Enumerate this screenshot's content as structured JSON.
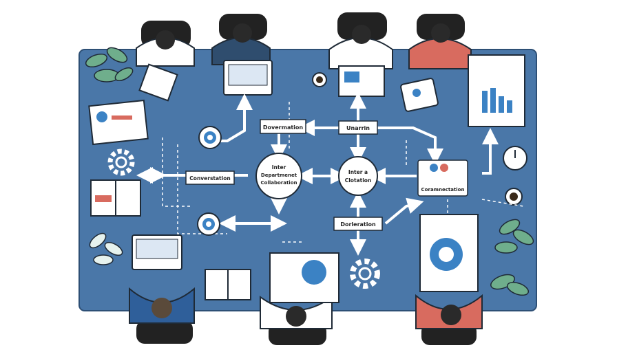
{
  "diagram": {
    "labels": {
      "top_left": "Dovermation",
      "top_right": "Unarrin",
      "left": "Converstation",
      "center_left_line1": "Inter",
      "center_left_line2": "Departmenet",
      "center_left_line3": "Collaboration",
      "center_right_line1": "Inter a",
      "center_right_line2": "Clotation",
      "right": "Coramnectation",
      "bottom": "Dorleration"
    }
  },
  "colors": {
    "table": "#4a77a8",
    "arrow": "#ffffff",
    "outline": "#1f2a36",
    "accent_blue": "#3b82c4",
    "accent_red": "#d86b5f",
    "plant": "#6fae8c"
  }
}
